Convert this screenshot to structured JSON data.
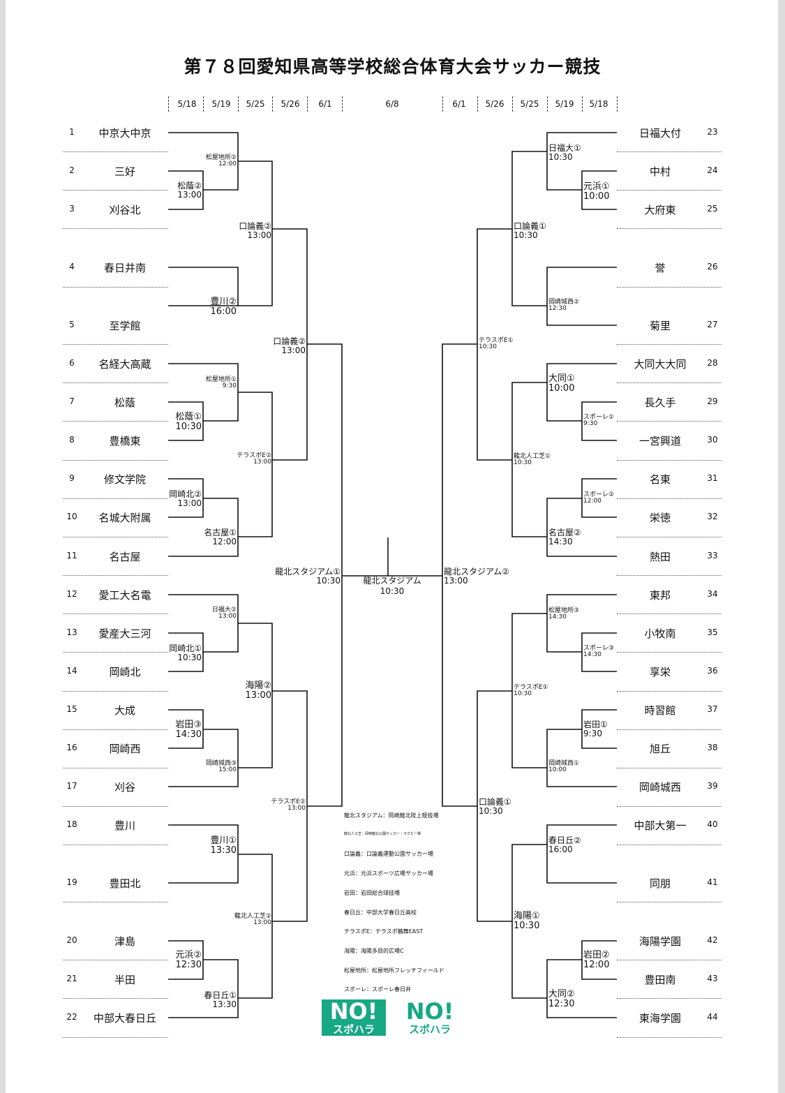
{
  "title": "第７８回愛知県高等学校総合体育大会サッカー競技",
  "dates": {
    "left": [
      "5/18",
      "5/19",
      "5/25",
      "5/26",
      "6/1"
    ],
    "final": "6/8",
    "right": [
      "6/1",
      "5/26",
      "5/25",
      "5/19",
      "5/18"
    ]
  },
  "left_teams": [
    {
      "no": "1",
      "name": "中京大中京"
    },
    {
      "no": "2",
      "name": "三好"
    },
    {
      "no": "3",
      "name": "刈谷北"
    },
    {
      "no": "4",
      "name": "春日井南"
    },
    {
      "no": "5",
      "name": "至学館"
    },
    {
      "no": "6",
      "name": "名経大高蔵"
    },
    {
      "no": "7",
      "name": "松蔭"
    },
    {
      "no": "8",
      "name": "豊橋東"
    },
    {
      "no": "9",
      "name": "修文学院"
    },
    {
      "no": "10",
      "name": "名城大附属"
    },
    {
      "no": "11",
      "name": "名古屋"
    },
    {
      "no": "12",
      "name": "愛工大名電"
    },
    {
      "no": "13",
      "name": "愛産大三河"
    },
    {
      "no": "14",
      "name": "岡崎北"
    },
    {
      "no": "15",
      "name": "大成"
    },
    {
      "no": "16",
      "name": "岡崎西"
    },
    {
      "no": "17",
      "name": "刈谷"
    },
    {
      "no": "18",
      "name": "豊川"
    },
    {
      "no": "19",
      "name": "豊田北"
    },
    {
      "no": "20",
      "name": "津島"
    },
    {
      "no": "21",
      "name": "半田"
    },
    {
      "no": "22",
      "name": "中部大春日丘"
    }
  ],
  "right_teams": [
    {
      "no": "23",
      "name": "日福大付"
    },
    {
      "no": "24",
      "name": "中村"
    },
    {
      "no": "25",
      "name": "大府東"
    },
    {
      "no": "26",
      "name": "誉"
    },
    {
      "no": "27",
      "name": "菊里"
    },
    {
      "no": "28",
      "name": "大同大大同"
    },
    {
      "no": "29",
      "name": "長久手"
    },
    {
      "no": "30",
      "name": "一宮興道"
    },
    {
      "no": "31",
      "name": "名東"
    },
    {
      "no": "32",
      "name": "栄徳"
    },
    {
      "no": "33",
      "name": "熱田"
    },
    {
      "no": "34",
      "name": "東邦"
    },
    {
      "no": "35",
      "name": "小牧南"
    },
    {
      "no": "36",
      "name": "享栄"
    },
    {
      "no": "37",
      "name": "時習館"
    },
    {
      "no": "38",
      "name": "旭丘"
    },
    {
      "no": "39",
      "name": "岡崎城西"
    },
    {
      "no": "40",
      "name": "中部大第一"
    },
    {
      "no": "41",
      "name": "同朋"
    },
    {
      "no": "42",
      "name": "海陽学園"
    },
    {
      "no": "43",
      "name": "豊田南"
    },
    {
      "no": "44",
      "name": "東海学園"
    }
  ],
  "venues": {
    "l1": {
      "venue": "松蔭②",
      "time": "13:00"
    },
    "l2": {
      "venue": "松屋地所②",
      "time": "12:00"
    },
    "l3": {
      "venue": "豊川②",
      "time": "16:00"
    },
    "l4": {
      "venue": "口論義②",
      "time": "13:00"
    },
    "l5": {
      "venue": "松蔭①",
      "time": "10:30"
    },
    "l6": {
      "venue": "松屋地所①",
      "time": "9:30"
    },
    "l7": {
      "venue": "岡崎北②",
      "time": "13:00"
    },
    "l8": {
      "venue": "名古屋①",
      "time": "12:00"
    },
    "l9": {
      "venue": "テラスポE②",
      "time": "13:00"
    },
    "l10": {
      "venue": "口論義②",
      "time": "13:00"
    },
    "l11": {
      "venue": "岡崎北①",
      "time": "10:30"
    },
    "l12": {
      "venue": "日福大②",
      "time": "13:00"
    },
    "l13": {
      "venue": "岩田③",
      "time": "14:30"
    },
    "l14": {
      "venue": "岡崎城西③",
      "time": "15:00"
    },
    "l15": {
      "venue": "海陽②",
      "time": "13:00"
    },
    "l16": {
      "venue": "豊川①",
      "time": "13:30"
    },
    "l17": {
      "venue": "元浜②",
      "time": "12:30"
    },
    "l18": {
      "venue": "春日丘①",
      "time": "13:30"
    },
    "l19": {
      "venue": "龍北人工芝②",
      "time": "13:00"
    },
    "l20": {
      "venue": "テラスポE②",
      "time": "13:00"
    },
    "l21": {
      "venue": "龍北スタジアム①",
      "time": "10:30"
    },
    "r1": {
      "venue": "元浜①",
      "time": "10:00"
    },
    "r2": {
      "venue": "日福大①",
      "time": "10:30"
    },
    "r3": {
      "venue": "岡崎城西②",
      "time": "12:30"
    },
    "r4": {
      "venue": "口論義①",
      "time": "10:30"
    },
    "r5": {
      "venue": "スポーレ①",
      "time": "9:30"
    },
    "r6": {
      "venue": "大同①",
      "time": "10:00"
    },
    "r7": {
      "venue": "スポーレ②",
      "time": "12:00"
    },
    "r8": {
      "venue": "名古屋②",
      "time": "14:30"
    },
    "r9": {
      "venue": "龍北人工芝①",
      "time": "10:30"
    },
    "r10": {
      "venue": "テラスポE①",
      "time": "10:30"
    },
    "r11": {
      "venue": "スポーレ③",
      "time": "14:30"
    },
    "r12": {
      "venue": "松屋地所③",
      "time": "14:30"
    },
    "r13": {
      "venue": "岩田①",
      "time": "9:30"
    },
    "r14": {
      "venue": "岡崎城西①",
      "time": "10:00"
    },
    "r15": {
      "venue": "テラスポE①",
      "time": "10:30"
    },
    "r16": {
      "venue": "春日丘②",
      "time": "16:00"
    },
    "r17": {
      "venue": "岩田②",
      "time": "12:00"
    },
    "r18": {
      "venue": "大同②",
      "time": "12:30"
    },
    "r19": {
      "venue": "海陽①",
      "time": "10:30"
    },
    "r20": {
      "venue": "口論義①",
      "time": "10:30"
    },
    "r21": {
      "venue": "龍北スタジアム②",
      "time": "13:00"
    },
    "final": {
      "venue": "龍北スタジアム",
      "time": "10:30"
    }
  },
  "legend": [
    "龍北スタジアム：岡崎龍北陸上競技場",
    "龍北人工芝：岡崎龍北公園サッカー・ラグビー場",
    "口論義：口論義運動公園サッカー場",
    "元浜：元浜スポーツ広場サッカー場",
    "岩田：岩田総合球技場",
    "春日丘：中部大学春日丘高校",
    "テラスポE：テラスポ鶴舞EAST",
    "海陽：海陽多目的広場C",
    "松屋地所：松屋地所フレッチフィールド",
    "スポーレ：スポーレ春日井"
  ],
  "logos": [
    {
      "text": "NO!",
      "sub": "スポハラ"
    },
    {
      "text": "NO!",
      "sub": "スポハラ"
    }
  ]
}
